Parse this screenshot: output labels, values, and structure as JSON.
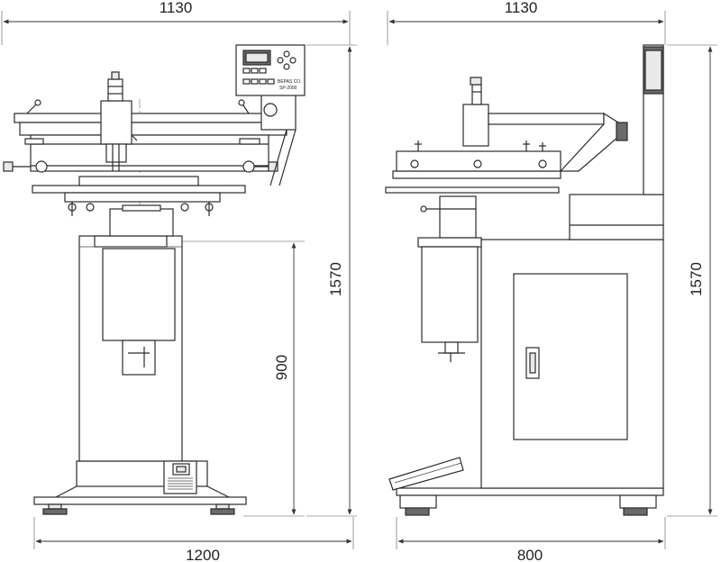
{
  "dimensions": {
    "front_top_width": "1130",
    "side_top_width": "1130",
    "front_base_width": "1200",
    "side_base_width": "800",
    "front_table_height": "900",
    "front_total_height": "1570",
    "side_total_height": "1570"
  },
  "controller": {
    "brand": "BEPAS CO.",
    "model": "SP-2000"
  }
}
